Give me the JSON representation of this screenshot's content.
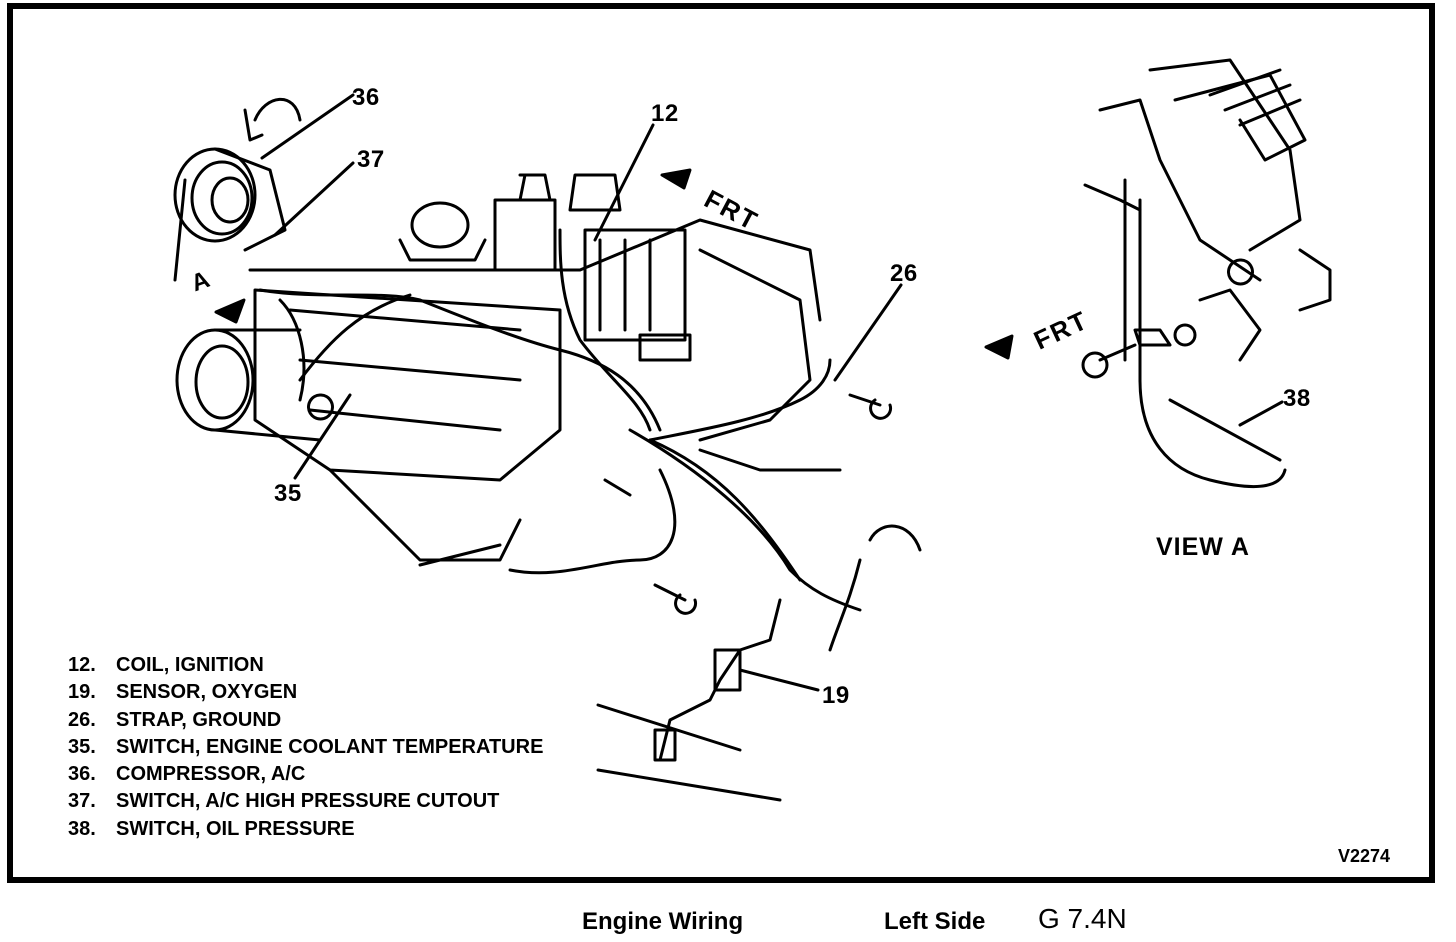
{
  "callouts": {
    "c12": "12",
    "c19": "19",
    "c26": "26",
    "c35": "35",
    "c36": "36",
    "c37": "37",
    "c38": "38",
    "a_marker": "A"
  },
  "direction_labels": {
    "main": "FRT",
    "view_a": "FRT"
  },
  "legend": [
    {
      "num": "12.",
      "label": "COIL, IGNITION"
    },
    {
      "num": "19.",
      "label": "SENSOR, OXYGEN"
    },
    {
      "num": "26.",
      "label": "STRAP, GROUND"
    },
    {
      "num": "35.",
      "label": "SWITCH, ENGINE COOLANT TEMPERATURE"
    },
    {
      "num": "36.",
      "label": "COMPRESSOR, A/C"
    },
    {
      "num": "37.",
      "label": "SWITCH, A/C HIGH PRESSURE CUTOUT"
    },
    {
      "num": "38.",
      "label": "SWITCH, OIL PRESSURE"
    }
  ],
  "view_a_label": "VIEW A",
  "figure_code": "V2274",
  "caption": {
    "title": "Engine Wiring",
    "side": "Left Side",
    "model": "G 7.4N"
  }
}
